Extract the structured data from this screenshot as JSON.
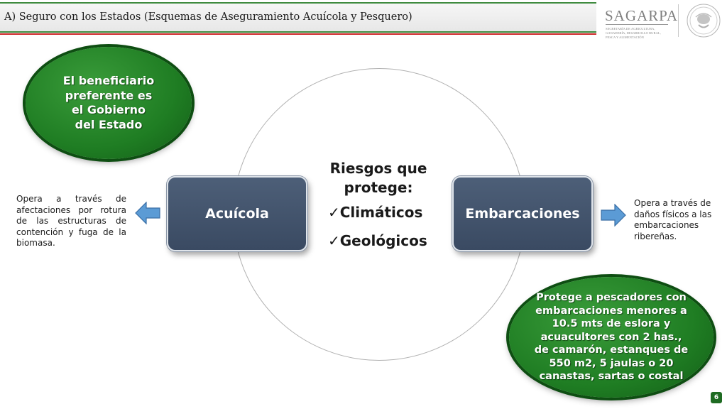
{
  "header": {
    "title": "A) Seguro con los Estados (Esquemas de Aseguramiento Acuícola y Pesquero)"
  },
  "logo": {
    "name": "SAGARPA",
    "subtitle": "Secretaría de Agricultura, Ganadería, Desarrollo Rural, Pesca y Alimentación"
  },
  "diagram": {
    "left_box": "Acuícola",
    "right_box": "Embarcaciones",
    "center_title": "Riesgos que protege:",
    "risks": [
      "✓Climáticos",
      "✓Geológicos"
    ]
  },
  "callouts": {
    "top_oval": "El beneficiario preferente es el Gobierno del Estado",
    "bottom_oval": "Protege a pescadores con embarcaciones menores a 10.5 mts de eslora y acuacultores con 2 has., de camarón, estanques de 550 m2, 5 jaulas o 20 canastas, sartas o costal",
    "left_note": "Opera a través de afectaciones por rotura de las estructuras de contención y fuga de la biomasa.",
    "right_note": "Opera a través de daños físicos a las embarcaciones ribereñas."
  },
  "footer": {
    "page_number": "6"
  },
  "colors": {
    "box_fill": "#44556d",
    "oval_green": "#1f7d23",
    "arrow_blue": "#5b9bd5",
    "stripe_green": "#3f8b3f",
    "stripe_red": "#cf2a2a"
  },
  "icons": [
    "left-arrow-icon",
    "right-arrow-icon",
    "mexico-seal-icon"
  ]
}
